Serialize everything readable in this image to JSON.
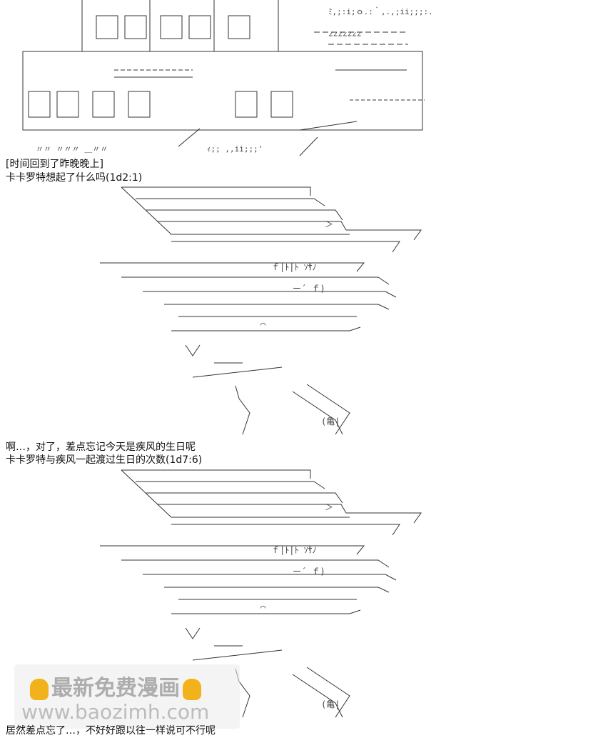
{
  "narration": [
    "[时间回到了昨晚晚上]",
    "卡卡罗特想起了什么吗(1d2:1)",
    "啊…，对了，差点忘记今天是疾风的生日呢",
    "卡卡罗特与疾风一起渡过生日的次数(1d7:6)",
    "居然差点忘了…，不好好跟以往一样说可不行呢"
  ],
  "art_glyphs": {
    "scene": "ﾐ,;:i;ｏ.:｀,.,;ii;;;:.",
    "face": "＞",
    "mouth": "⌒",
    "tag": "(亀|",
    "roof": "∠∠∠∠∠∠∠"
  },
  "watermark": {
    "brand": "最新免费漫画",
    "url": "www.baozimh.com",
    "hand_icon": "pointing-hand-icon"
  }
}
